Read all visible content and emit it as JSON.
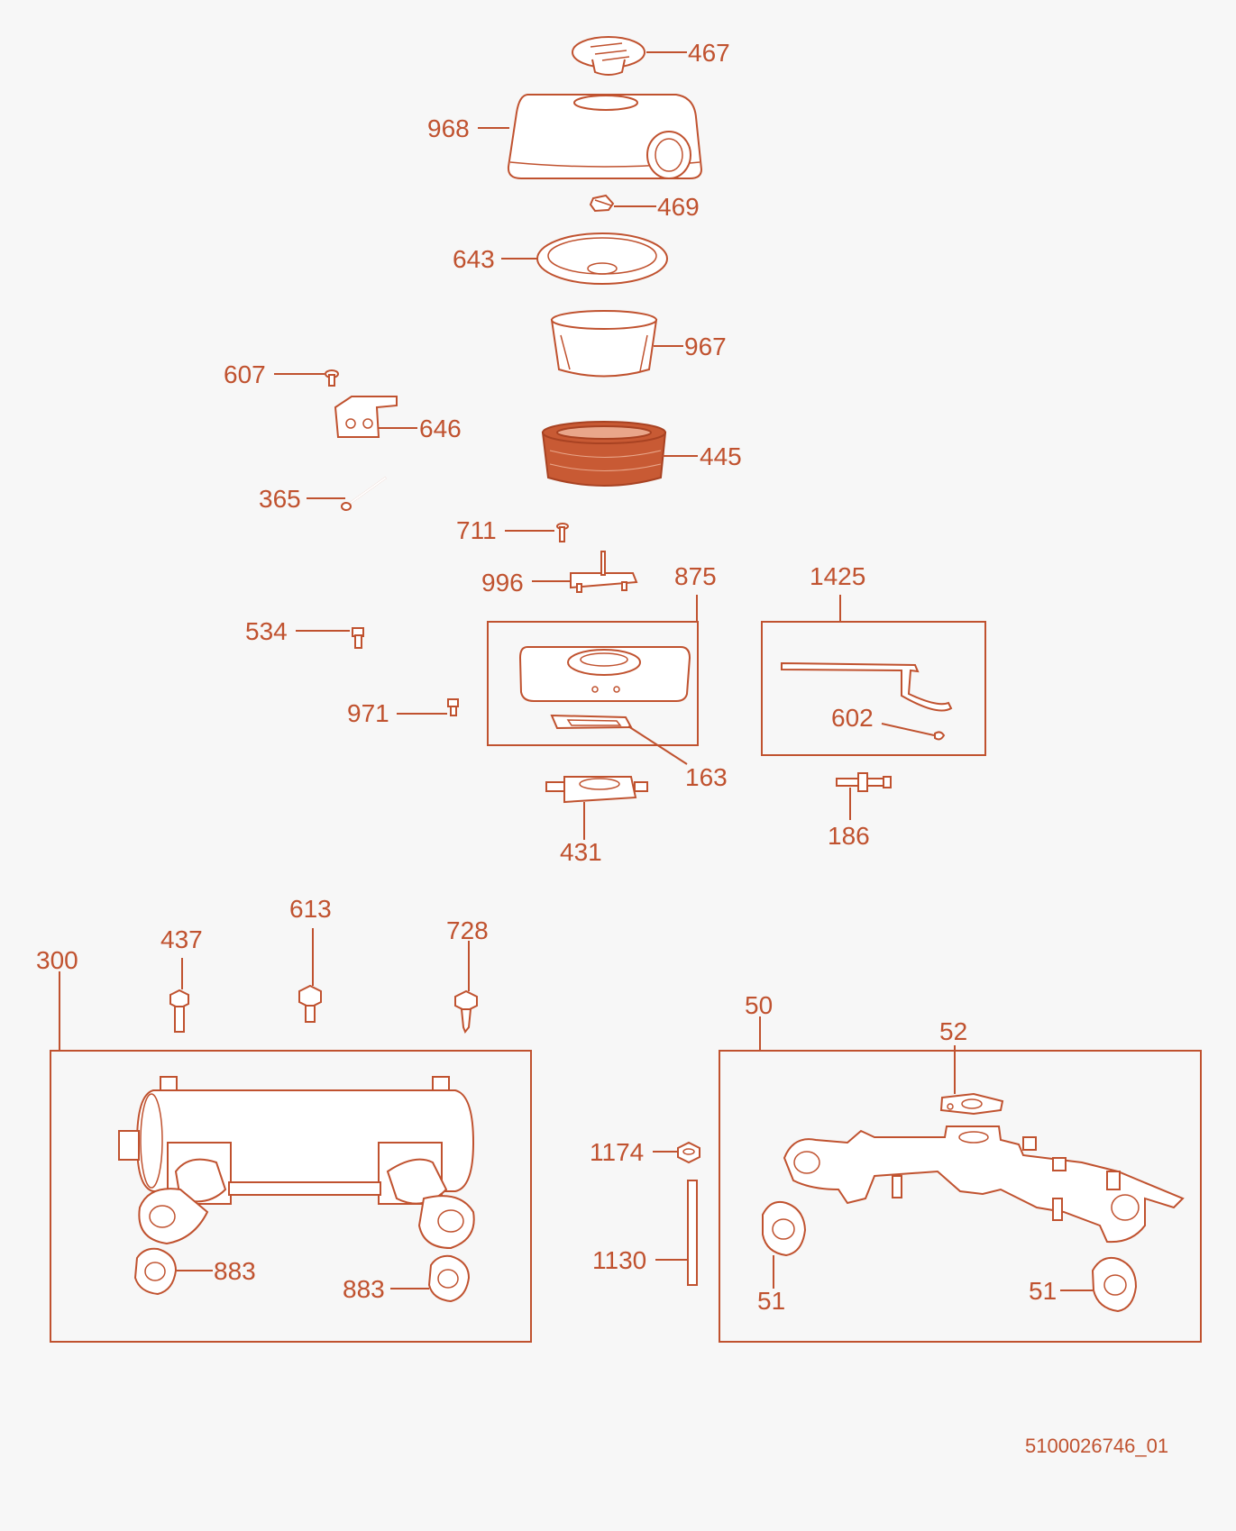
{
  "diagram_code": "5100026746_01",
  "colors": {
    "line": "#c0522f",
    "fill": "#ffffff",
    "background": "#f7f7f7",
    "filter_fill": "#c85a34"
  },
  "callouts": {
    "p467": "467",
    "p968": "968",
    "p469": "469",
    "p643": "643",
    "p967": "967",
    "p607": "607",
    "p646": "646",
    "p445": "445",
    "p365": "365",
    "p711": "711",
    "p996": "996",
    "p875": "875",
    "p1425": "1425",
    "p534": "534",
    "p971": "971",
    "p602": "602",
    "p163": "163",
    "p431": "431",
    "p186": "186",
    "p613": "613",
    "p437": "437",
    "p728": "728",
    "p300": "300",
    "p50": "50",
    "p52": "52",
    "p1174": "1174",
    "p1130": "1130",
    "p883a": "883",
    "p883b": "883",
    "p51a": "51",
    "p51b": "51"
  }
}
